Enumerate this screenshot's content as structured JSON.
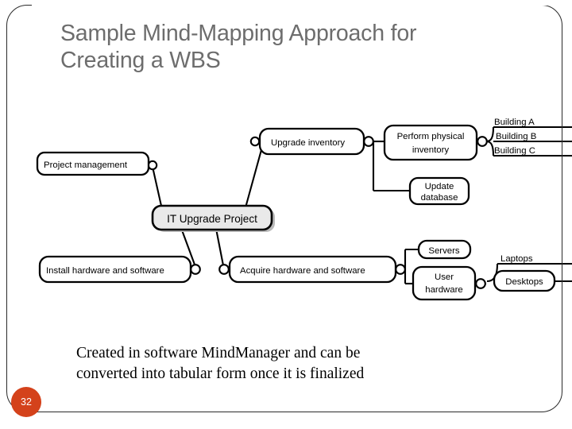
{
  "slide": {
    "title": "Sample Mind-Mapping Approach for\nCreating a WBS",
    "title_color": "#6d6d6d",
    "caption": "Created in software MindManager and can be\nconverted into tabular form once it is finalized",
    "page_number": "32",
    "page_badge_color": "#d4421b",
    "frame_color": "#2a2a2a",
    "background": "#ffffff"
  },
  "mindmap": {
    "center": {
      "label": "IT Upgrade Project",
      "fill": "#e9e9e9",
      "stroke": "#000000"
    },
    "nodes": {
      "project_management": "Project management",
      "upgrade_inventory": "Upgrade inventory",
      "perform_physical_inventory": "Perform physical\ninventory",
      "perform_physical_inventory_line1": "Perform physical",
      "perform_physical_inventory_line2": "inventory",
      "building_a": "Building A",
      "building_b": "Building B",
      "building_c": "Building C",
      "update_database_line1": "Update",
      "update_database_line2": "database",
      "install_hardware_and_software": "Install hardware and software",
      "acquire_hardware_and_software": "Acquire hardware and software",
      "servers": "Servers",
      "user_hardware_line1": "User",
      "user_hardware_line2": "hardware",
      "laptops": "Laptops",
      "desktops": "Desktops"
    },
    "node_fill": "#ffffff",
    "node_stroke": "#000000",
    "connector_color": "#000000"
  }
}
